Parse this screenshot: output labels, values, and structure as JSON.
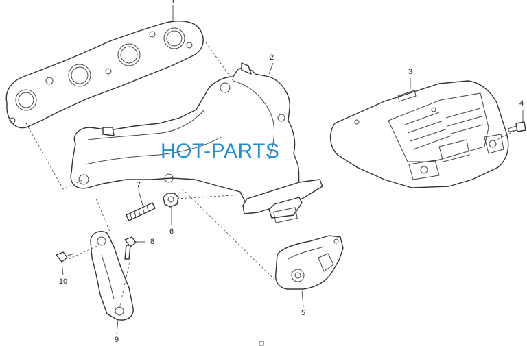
{
  "watermark": "HOT-PARTS",
  "callouts": [
    {
      "id": "1",
      "label": "1"
    },
    {
      "id": "2",
      "label": "2"
    },
    {
      "id": "3",
      "label": "3"
    },
    {
      "id": "4",
      "label": "4"
    },
    {
      "id": "5",
      "label": "5"
    },
    {
      "id": "6",
      "label": "6"
    },
    {
      "id": "7",
      "label": "7"
    },
    {
      "id": "8",
      "label": "8"
    },
    {
      "id": "9",
      "label": "9"
    },
    {
      "id": "10",
      "label": "10"
    }
  ],
  "colors": {
    "watermark": "#1f8fd6",
    "line": "#333333"
  }
}
